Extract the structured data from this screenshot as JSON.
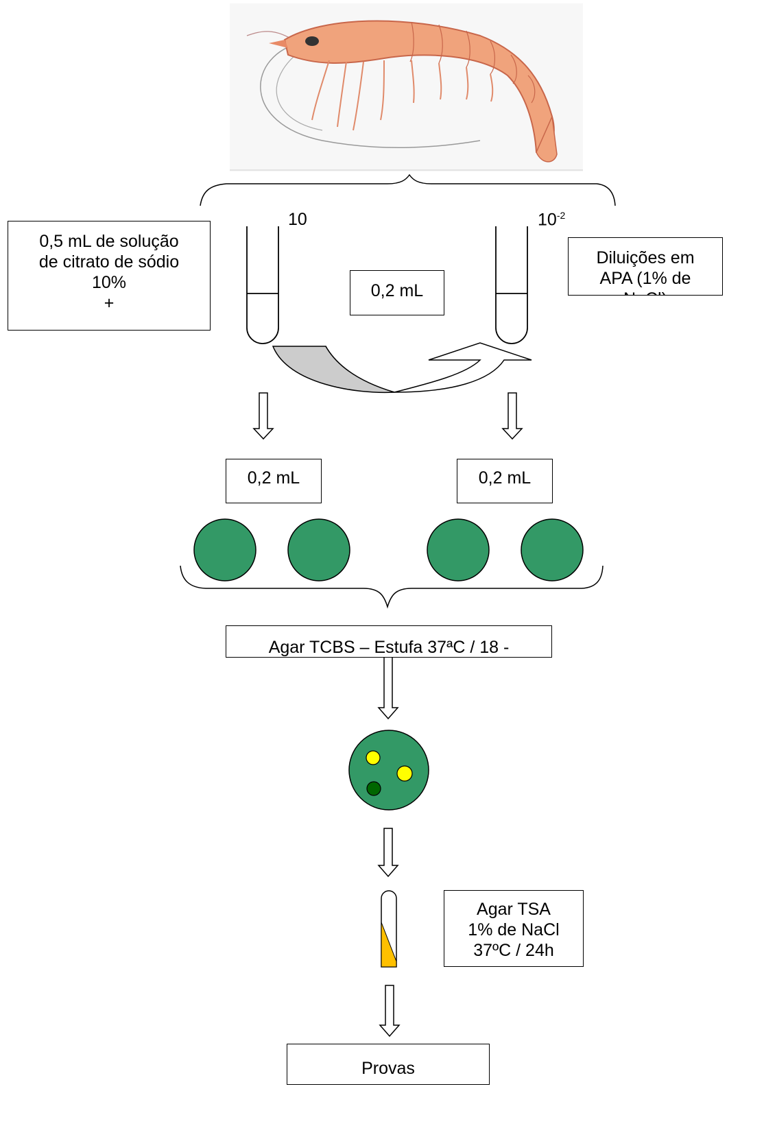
{
  "shrimp": {
    "icon": "shrimp-illustration"
  },
  "tubes": {
    "left_label": "10",
    "right_label_base": "10",
    "right_label_exp": "-2"
  },
  "boxes": {
    "sample_prep": {
      "lines": [
        "0,5 mL de  solução",
        "de citrato de sódio",
        "10%",
        "+"
      ]
    },
    "transfer_volume": "0,2 mL",
    "dilutions": {
      "lines": [
        "Diluições em",
        "APA  (1% de",
        "NaCl)"
      ]
    },
    "plate_volume_left": "0,2 mL",
    "plate_volume_right": "0,2 mL",
    "tcbs_incubation": "Agar TCBS – Estufa 37ªC / 18 -",
    "tsa_culture": {
      "lines": [
        "Agar TSA",
        "1% de NaCl",
        "37ºC / 24h"
      ]
    },
    "tests": "Provas"
  },
  "colors": {
    "agar_plate": "#339966",
    "colony_yellow": "#ffff00",
    "colony_green": "#006600",
    "slant_agar": "#ffc000",
    "transfer_arrow_fill": "#cccccc"
  }
}
